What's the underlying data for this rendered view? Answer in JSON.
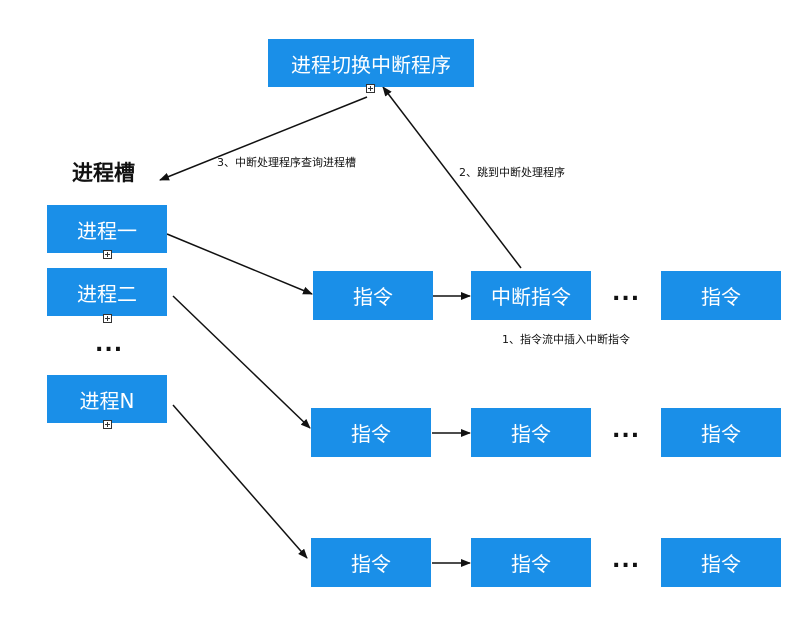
{
  "colors": {
    "box_fill": "#1a8fe8",
    "box_text": "#ffffff",
    "arrow": "#111111"
  },
  "interrupt_box": {
    "label": "进程切换中断程序"
  },
  "process_table": {
    "title": "进程槽"
  },
  "processes": [
    {
      "label": "进程一"
    },
    {
      "label": "进程二"
    },
    {
      "label": "..."
    },
    {
      "label": "进程N"
    }
  ],
  "rows": [
    {
      "items": [
        "指令",
        "中断指令",
        "...",
        "指令"
      ]
    },
    {
      "items": [
        "指令",
        "指令",
        "...",
        "指令"
      ]
    },
    {
      "items": [
        "指令",
        "指令",
        "...",
        "指令"
      ]
    }
  ],
  "annotations": {
    "step1": "1、指令流中插入中断指令",
    "step2": "2、跳到中断处理程序",
    "step3": "3、中断处理程序查询进程槽"
  }
}
